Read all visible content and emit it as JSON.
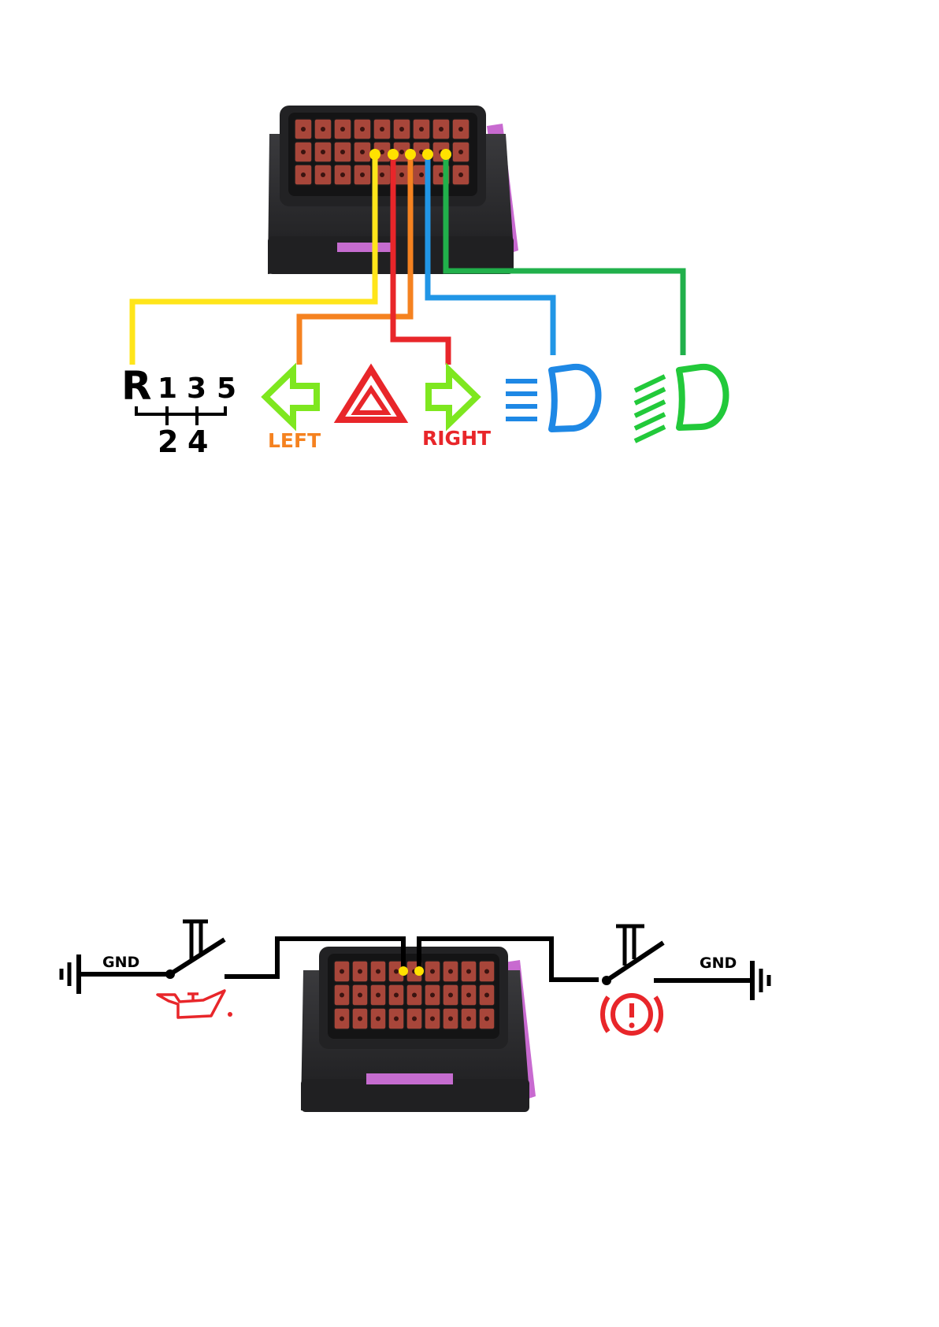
{
  "diagram_top": {
    "connector": "connector-photo",
    "wires": [
      {
        "id": "gear",
        "color": "#ffe51a"
      },
      {
        "id": "right",
        "color": "#e8262a"
      },
      {
        "id": "left",
        "color": "#f58220"
      },
      {
        "id": "low-beam",
        "color": "#2196e6"
      },
      {
        "id": "high-beam",
        "color": "#21b04b"
      }
    ],
    "gear_shift": {
      "reverse": "R",
      "top_row": [
        "1",
        "3",
        "5"
      ],
      "bottom_row": [
        "2",
        "4"
      ]
    },
    "left_label": "LEFT",
    "right_label": "RIGHT",
    "colors": {
      "arrow": "#7ee71f",
      "left_text": "#f58220",
      "right_text": "#e8262a",
      "hazard": "#e8262a",
      "low_beam": "#1e88e5",
      "high_beam": "#22c93a",
      "pin": "#ffe100"
    }
  },
  "diagram_bottom": {
    "gnd_left": "GND",
    "gnd_right": "GND",
    "oil_icon_color": "#e8262a",
    "brake_icon_color": "#e8262a",
    "wire_color": "#000000"
  }
}
